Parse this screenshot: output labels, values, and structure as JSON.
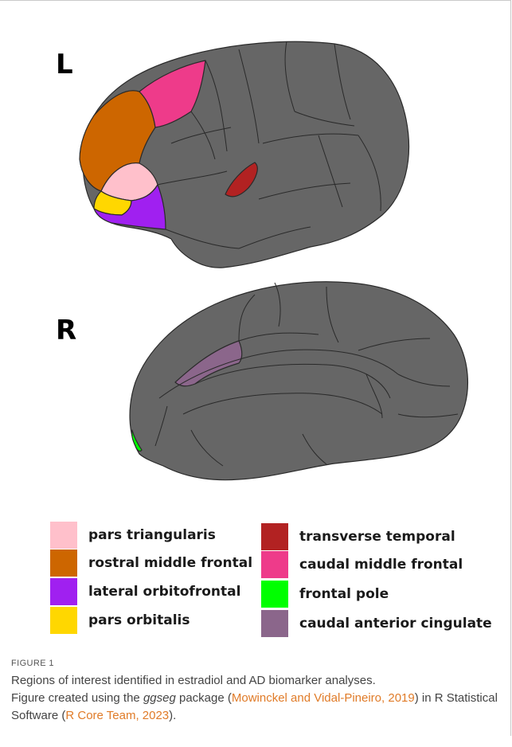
{
  "hemispheres": {
    "left_label": "L",
    "right_label": "R"
  },
  "colors": {
    "cortex": "#666666",
    "border": "#2a2a2a",
    "link": "#e07b28"
  },
  "legend": {
    "left": [
      {
        "label": "pars triangularis",
        "color": "#ffc0cb"
      },
      {
        "label": "rostral middle frontal",
        "color": "#cd6600"
      },
      {
        "label": "lateral orbitofrontal",
        "color": "#a020f0"
      },
      {
        "label": "pars orbitalis",
        "color": "#ffd700"
      }
    ],
    "right": [
      {
        "label": "transverse temporal",
        "color": "#b22222"
      },
      {
        "label": "caudal middle frontal",
        "color": "#ee3b8a"
      },
      {
        "label": "frontal pole",
        "color": "#00ff00"
      },
      {
        "label": "caudal anterior cingulate",
        "color": "#8b668b"
      }
    ]
  },
  "figure": {
    "label": "FIGURE 1",
    "caption_line1": "Regions of interest identified in estradiol and AD biomarker analyses.",
    "caption_pre_italic": "Figure created using the ",
    "caption_italic": "ggseg",
    "caption_mid1": " package (",
    "caption_ref1": "Mowinckel and Vidal-Pineiro, 2019",
    "caption_mid2": ") in R Statistical Software (",
    "caption_ref2": "R Core Team, 2023",
    "caption_end": ")."
  }
}
